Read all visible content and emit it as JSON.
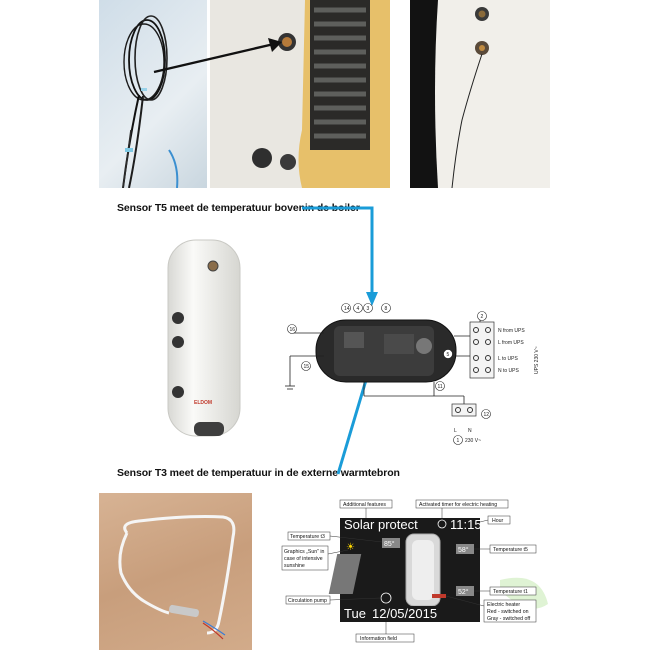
{
  "captions": {
    "sensor_t5": "Sensor T5 meet de temperatuur bovenin de boiler",
    "sensor_t3": "Sensor T3  meet de temperatuur in de externe warmtebron"
  },
  "boiler": {
    "brand": "ELDOM"
  },
  "wiring": {
    "labels": {
      "n_from_ups": "N from UPS",
      "l_from_ups": "L from UPS",
      "l_to_ups": "L to UPS",
      "n_to_ups": "N to UPS",
      "ups_voltage": "UPS 230 V~",
      "mains_l": "L",
      "mains_n": "N",
      "mains_voltage": "230 V~"
    },
    "numbers": [
      "14",
      "4",
      "3",
      "8",
      "2",
      "16",
      "5",
      "15",
      "11",
      "12",
      "1"
    ]
  },
  "controller": {
    "screen_title": "Solar protect",
    "time": "11:15",
    "date_day": "Tue",
    "date": "12/05/2015",
    "temp_t3": "85°",
    "temp_t5": "58°",
    "temp_t1": "52°",
    "callouts": {
      "additional_features": "Additional features",
      "activated_timer": "Activated timer for electric heating",
      "hour": "Hour",
      "temperature_t3": "Temperature t3",
      "temperature_t5": "Temperature t5",
      "temperature_t1": "Temperature t1",
      "graphics_sun_1": "Graphics „Sun” in",
      "graphics_sun_2": "case of intensive",
      "graphics_sun_3": "sunshine",
      "circulation_pump": "Circulation pump",
      "electric_heater_1": "Electric heater",
      "electric_heater_2": "Red - switched on",
      "electric_heater_3": "Gray - switched off",
      "information_field": "Information field"
    }
  },
  "colors": {
    "accent_blue": "#1a9cd8",
    "screen_bg": "#1a1a1a",
    "boiler_white": "#f2f2ef",
    "insulation_yellow": "#e8c46a"
  }
}
